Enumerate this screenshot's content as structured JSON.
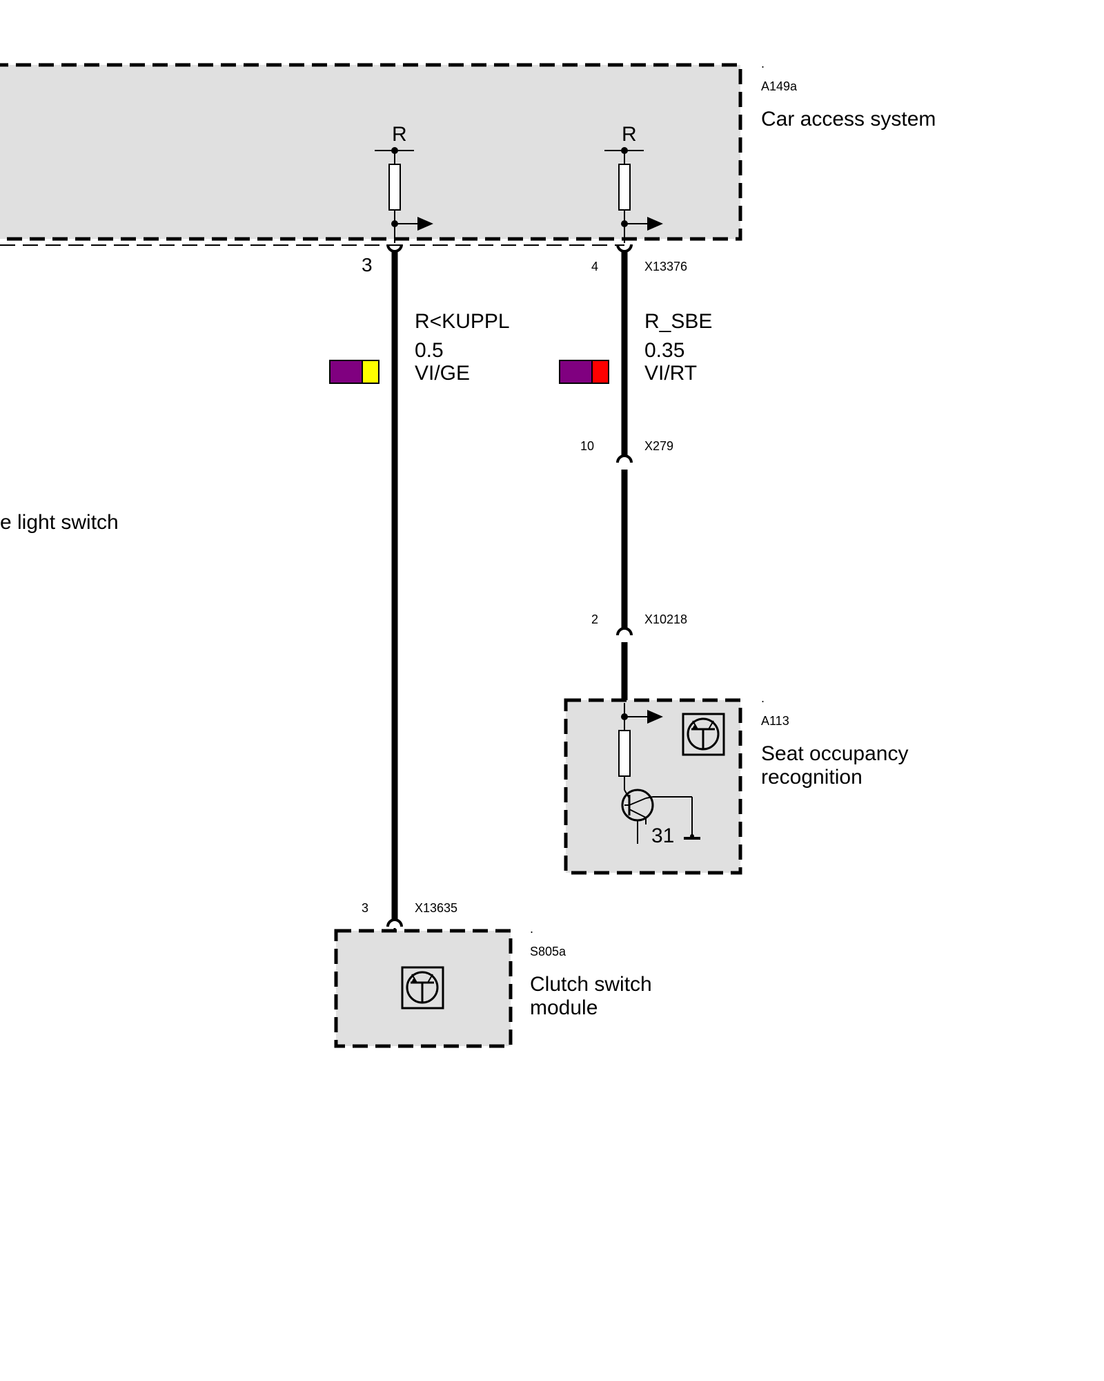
{
  "components": {
    "a149a": {
      "dot": ".",
      "code": "A149a",
      "name": "Car access system",
      "pin_label_left": "R",
      "pin_label_right": "R"
    },
    "a113": {
      "dot": ".",
      "code": "A113",
      "name_line1": "Seat occupancy",
      "name_line2": "recognition",
      "ground": "31"
    },
    "s805a": {
      "dot": ".",
      "code": "S805a",
      "name_line1": "Clutch switch",
      "name_line2": "module"
    },
    "brake_light_switch": {
      "name_fragment": "e light switch"
    }
  },
  "wires": {
    "left": {
      "signal": "R<KUPPL",
      "cross_section": "0.5",
      "color_code": "VI/GE",
      "colors": [
        "#800080",
        "#FFFF00"
      ],
      "pin_top": "3",
      "pin_bottom": "3",
      "connector_bottom": "X13635"
    },
    "right": {
      "signal": "R_SBE",
      "cross_section": "0.35",
      "color_code": "VI/RT",
      "colors": [
        "#800080",
        "#FF0000"
      ],
      "pin_top": "4",
      "connector_top": "X13376",
      "pin_mid": "10",
      "connector_mid": "X279",
      "pin_low": "2",
      "connector_low": "X10218"
    }
  },
  "colors": {
    "box_fill": "#E0E0E0",
    "line": "#000000"
  }
}
